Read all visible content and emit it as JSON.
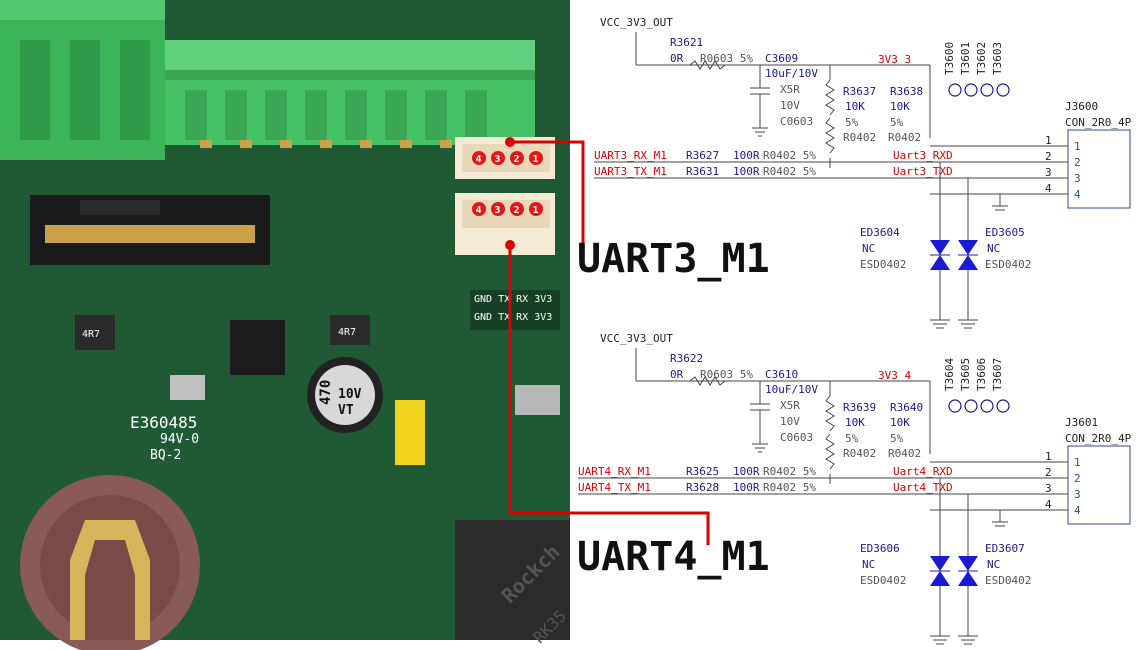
{
  "board": {
    "silk_e": "E360485",
    "silk_94v": "94V-0",
    "silk_bq": "BQ-2",
    "cap_label_1": "470",
    "cap_label_2": "10V",
    "cap_label_3": "VT",
    "inductor_1": "4R7",
    "inductor_2": "4R7",
    "chip_text": "Rockch",
    "chip_text_2": "RK35",
    "hdr_top_1": "GND TX RX 3V3",
    "hdr_top_2": "GND TX RX 3V3",
    "pins": [
      "4",
      "3",
      "2",
      "1"
    ]
  },
  "callouts": {
    "uart3": "UART3_M1",
    "uart4": "UART4_M1"
  },
  "schematic": {
    "top": {
      "vcc": "VCC_3V3_OUT",
      "r_ser": "R3621",
      "r_ser_val": "0R",
      "r_ser_pkg": "R0603 5%",
      "cap": "C3609",
      "cap_val": "10uF/10V",
      "cap_x5r": "X5R",
      "cap_v": "10V",
      "cap_pkg": "C0603",
      "net_3v3": "3V3_3",
      "r_pu1": "R3637",
      "r_pu2": "R3638",
      "r_pu_val1": "10K",
      "r_pu_val2": "10K",
      "r_pu_tol1": "5%",
      "r_pu_tol2": "5%",
      "r_pu_pkg1": "R0402",
      "r_pu_pkg2": "R0402",
      "tps": [
        "T3600",
        "T3601",
        "T3602",
        "T3603"
      ],
      "rx_net": "UART3_RX_M1",
      "tx_net": "UART3_TX_M1",
      "rx_res": "R3627",
      "tx_res": "R3631",
      "rx_res_val": "100R",
      "tx_res_val": "100R",
      "rx_res_pkg": "R0402 5%",
      "tx_res_pkg": "R0402 5%",
      "rxd": "Uart3_RXD",
      "txd": "Uart3_TXD",
      "conn": "J3600",
      "conn_type": "CON_2R0_4P",
      "pin_nums": [
        "1",
        "2",
        "3",
        "4"
      ],
      "esd1": "ED3604",
      "esd2": "ED3605",
      "esd_nc1": "NC",
      "esd_nc2": "NC",
      "esd_pkg1": "ESD0402",
      "esd_pkg2": "ESD0402"
    },
    "bottom": {
      "vcc": "VCC_3V3_OUT",
      "r_ser": "R3622",
      "r_ser_val": "0R",
      "r_ser_pkg": "R0603 5%",
      "cap": "C3610",
      "cap_val": "10uF/10V",
      "cap_x5r": "X5R",
      "cap_v": "10V",
      "cap_pkg": "C0603",
      "net_3v3": "3V3_4",
      "r_pu1": "R3639",
      "r_pu2": "R3640",
      "r_pu_val1": "10K",
      "r_pu_val2": "10K",
      "r_pu_tol1": "5%",
      "r_pu_tol2": "5%",
      "r_pu_pkg1": "R0402",
      "r_pu_pkg2": "R0402",
      "tps": [
        "T3604",
        "T3605",
        "T3606",
        "T3607"
      ],
      "rx_net": "UART4_RX_M1",
      "tx_net": "UART4_TX_M1",
      "rx_res": "R3625",
      "tx_res": "R3628",
      "rx_res_val": "100R",
      "tx_res_val": "100R",
      "rx_res_pkg": "R0402 5%",
      "tx_res_pkg": "R0402 5%",
      "rxd": "Uart4_RXD",
      "txd": "Uart4_TXD",
      "conn": "J3601",
      "conn_type": "CON_2R0_4P",
      "pin_nums": [
        "1",
        "2",
        "3",
        "4"
      ],
      "esd1": "ED3606",
      "esd2": "ED3607",
      "esd_nc1": "NC",
      "esd_nc2": "NC",
      "esd_pkg1": "ESD0402",
      "esd_pkg2": "ESD0402"
    }
  }
}
